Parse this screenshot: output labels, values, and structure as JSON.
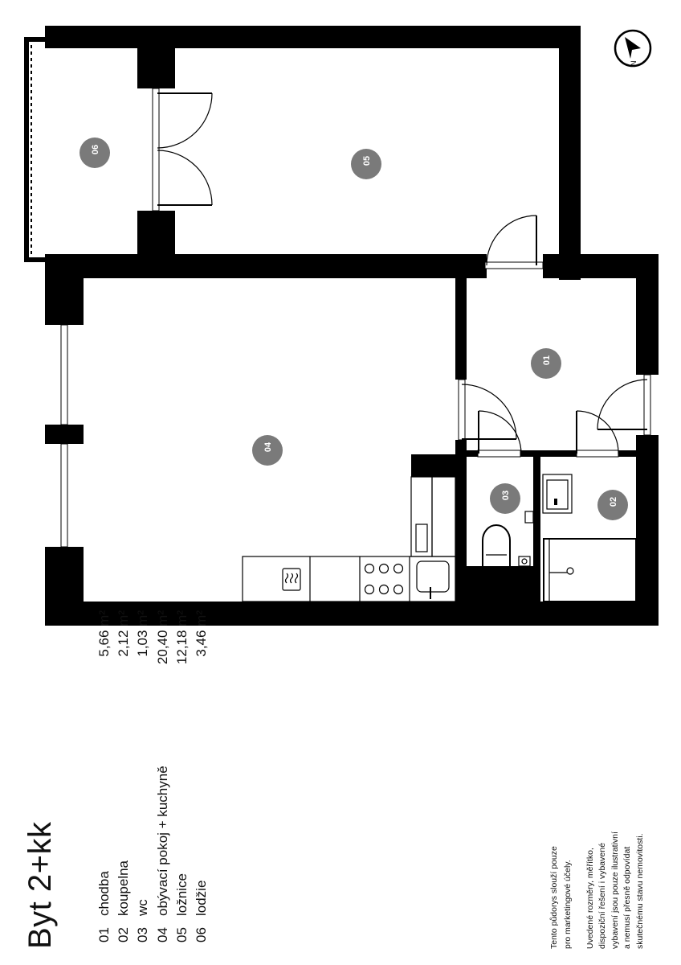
{
  "title": "Byt 2+kk",
  "compass": {
    "label": "N"
  },
  "rooms": [
    {
      "num": "01",
      "name": "chodba",
      "area": "5,66 m²"
    },
    {
      "num": "02",
      "name": "koupelna",
      "area": "2,12 m²"
    },
    {
      "num": "03",
      "name": "wc",
      "area": "1,03 m²"
    },
    {
      "num": "04",
      "name": "obývací pokoj + kuchyně",
      "area": "20,40 m²"
    },
    {
      "num": "05",
      "name": "ložnice",
      "area": "12,18 m²"
    },
    {
      "num": "06",
      "name": "lodžie",
      "area": "3,46 m²"
    }
  ],
  "note_marketing": [
    "Tento půdorys slouží pouze",
    "pro marketingové účely."
  ],
  "note_disclaimer": [
    "Uvedené rozměry, měřítko,",
    "dispoziční řešení i vybavené",
    "vybavení jsou pouze ilustrativní",
    "a nemusí přesně odpovídat",
    "skutečnému stavu nemovitosti."
  ]
}
